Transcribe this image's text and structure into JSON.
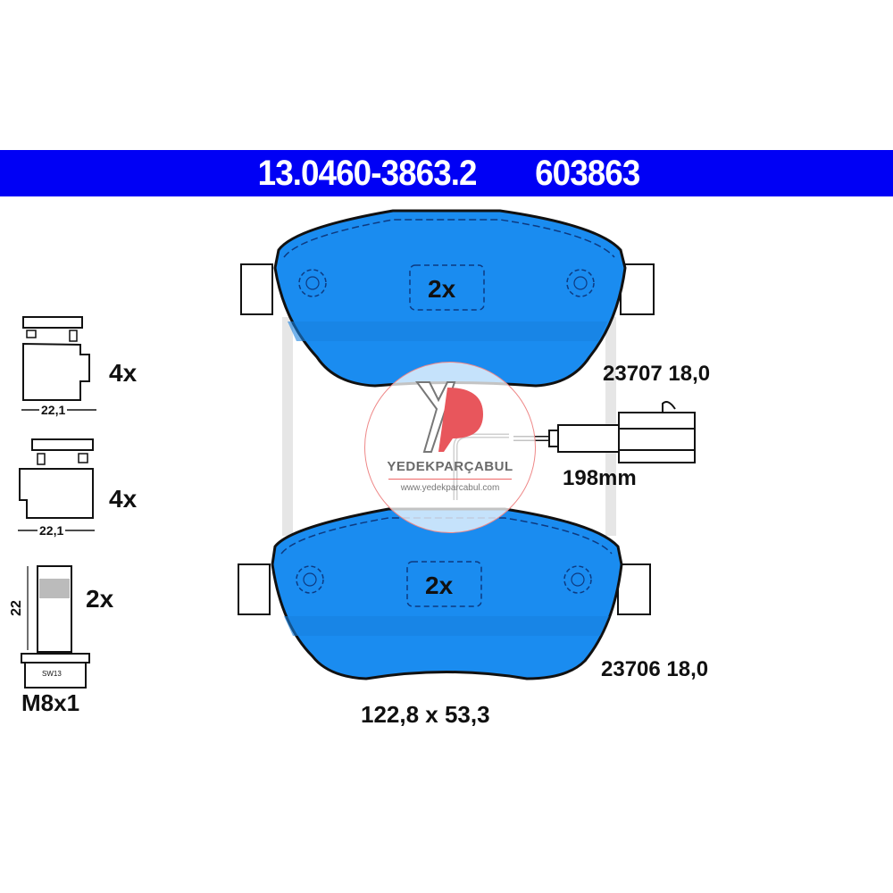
{
  "header": {
    "part_number": "13.0460-3863.2",
    "ref_number": "603863",
    "background_color": "#0000f5"
  },
  "accessories": [
    {
      "type": "clip-upper",
      "width_label": "22,1",
      "quantity": "4x"
    },
    {
      "type": "clip-lower",
      "width_label": "22,1",
      "quantity": "4x"
    },
    {
      "type": "bolt",
      "length_label": "22",
      "wrench_label": "SW13",
      "quantity": "2x",
      "thread": "M8x1"
    }
  ],
  "pads": [
    {
      "position": "upper",
      "quantity": "2x",
      "code": "23707",
      "thickness": "18,0",
      "color": "#1a8cf0"
    },
    {
      "position": "lower",
      "quantity": "2x",
      "code": "23706",
      "thickness": "18,0",
      "color": "#1a8cf0"
    }
  ],
  "wear_sensor": {
    "length_label": "198mm"
  },
  "dimensions": "122,8 x 53,3",
  "watermark": {
    "brand": "YEDEKPARÇABUL",
    "url": "www.yedekparcabul.com",
    "accent_color": "#e8565c"
  }
}
